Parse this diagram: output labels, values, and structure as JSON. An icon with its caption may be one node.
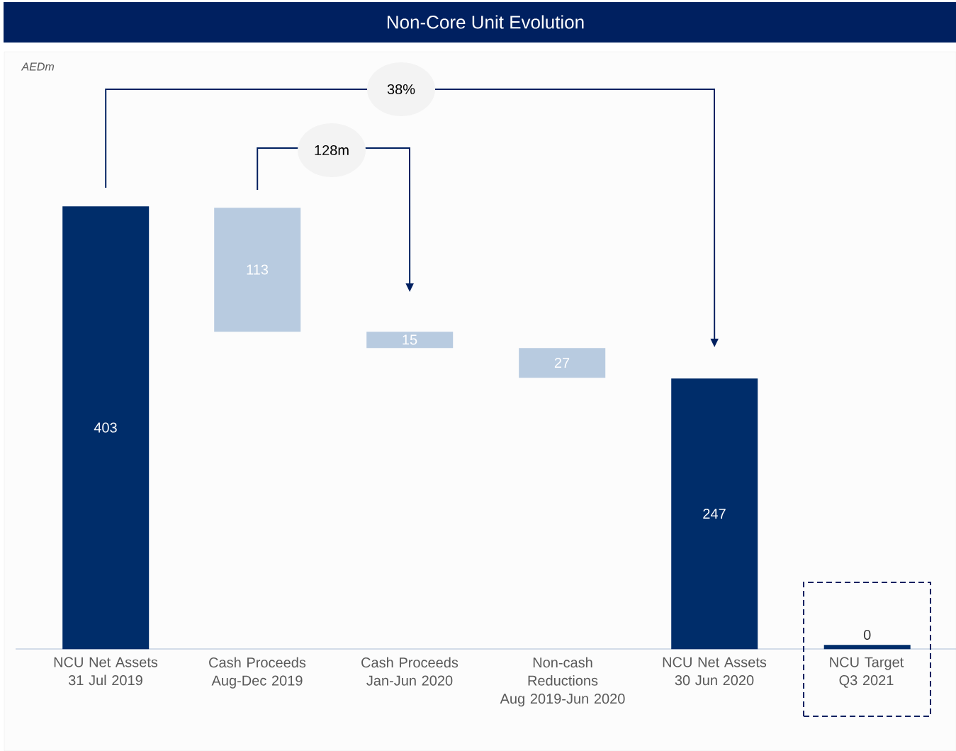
{
  "diagram": {
    "title": "Non-Core Unit Evolution",
    "nodes": [
      {
        "text": [
          "403"
        ],
        "beside": [
          "NCU Net Assets 31 Jul 2019"
        ]
      },
      {
        "text": [
          "113"
        ]
      },
      {
        "text": [
          "15"
        ]
      },
      {
        "text": [
          "27"
        ]
      },
      {
        "text": [
          "247"
        ],
        "beside": [
          "NCU Net Assets 30 Jun 2020"
        ]
      },
      {
        "text": [
          "NCU Target Q3 2021"
        ]
      },
      {
        "text": [
          "0"
        ],
        "in": 5
      }
    ],
    "edges": [
      {
        "from": 0,
        "to": 4,
        "arrow": "to",
        "label": "38%"
      },
      {
        "from": 1,
        "to": 2,
        "arrow": "to",
        "label": "128m"
      }
    ],
    "labels": [
      "AEDm",
      "Cash Proceeds Aug-Dec 2019",
      "Cash Proceeds Jan-Jun 2020",
      "Non-cash Reductions Aug 2019-Jun 2020"
    ]
  }
}
